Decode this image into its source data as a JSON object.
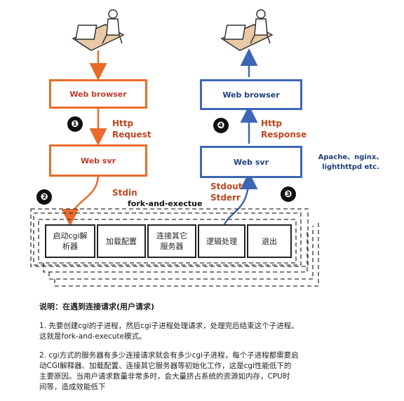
{
  "diagram": {
    "left_column": {
      "browser_label": "Web browser",
      "server_label": "Web svr",
      "http_label": "Http\nRequest",
      "stream_label": "Stdin",
      "step_top": "❶",
      "step_bottom": "❷"
    },
    "right_column": {
      "browser_label": "Web browser",
      "server_label": "Web svr",
      "http_label": "Http\nResponse",
      "stream_label": "Stdout\nStderr",
      "step_top": "❹",
      "step_bottom": "❸"
    },
    "servers_note": "Apache、nginx、\nlighthttpd etc.",
    "process_title": "fork-and-exectue",
    "stages": [
      "启动cgi解\n析器",
      "加载配置",
      "连接其它\n服务器",
      "逻辑处理",
      "退出"
    ]
  },
  "notes": {
    "heading": "说明：在遇到连接请求(用户请求)",
    "point1": "1. 先要创建cgi的子进程，然后cgi子进程处理请求，处理完后结束这个子进程。\n这就是fork-and-execute模式。",
    "point2": "2. cgi方式的服务器有多少连接请求就会有多少cgi子进程，每个子进程都需要启\n动CGI解释器、加载配置、连接其它服务器等初始化工作，这是cgi性能低下的\n主要原因。当用户请求数量非常多时，会大量挤占系统的资源如内存，CPU时\n间等，造成效能低下"
  },
  "colors": {
    "request_accent": "#ea6a2b",
    "response_accent": "#3d67b5"
  }
}
